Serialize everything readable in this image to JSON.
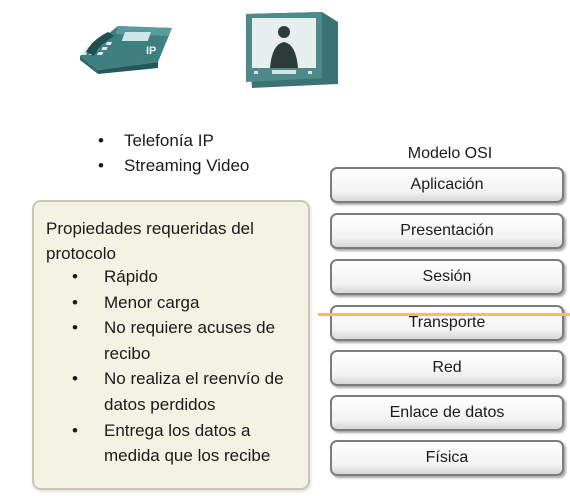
{
  "icons": {
    "phone": "ip-phone-icon",
    "monitor": "video-monitor-icon"
  },
  "colors": {
    "box_bg": "#f4f2e2",
    "box_border": "#c9c7b4",
    "highlight_line": "#f2c15a",
    "layer_border": "#7c7c7c"
  },
  "phone_label": "IP",
  "applications": [
    "Telefonía IP",
    "Streaming Video"
  ],
  "properties": {
    "title": "Propiedades requeridas del protocolo",
    "items": [
      "Rápido",
      "Menor carga",
      "No requiere acuses de recibo",
      "No realiza el reenvío de datos perdidos",
      "Entrega los datos a medida que los recibe"
    ]
  },
  "osi": {
    "title": "Modelo OSI",
    "layers": [
      "Aplicación",
      "Presentación",
      "Sesión",
      "Transporte",
      "Red",
      "Enlace de datos",
      "Física"
    ]
  }
}
